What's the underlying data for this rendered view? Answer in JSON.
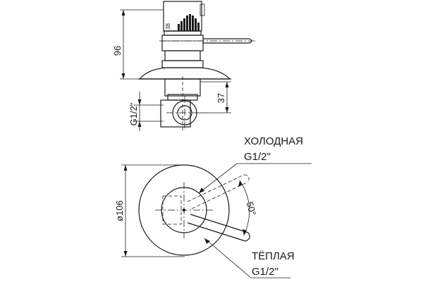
{
  "side_view": {
    "dimensions": {
      "height": "96",
      "depth": "37",
      "thread": "G1/2\"",
      "small_mark": "38"
    }
  },
  "top_view": {
    "dimensions": {
      "diameter": "ø106",
      "angle": "50°"
    },
    "labels": {
      "cold_name": "ХОЛОДНАЯ",
      "cold_thread": "G1/2\"",
      "warm_name": "ТЁПЛАЯ",
      "warm_thread": "G1/2\""
    }
  }
}
